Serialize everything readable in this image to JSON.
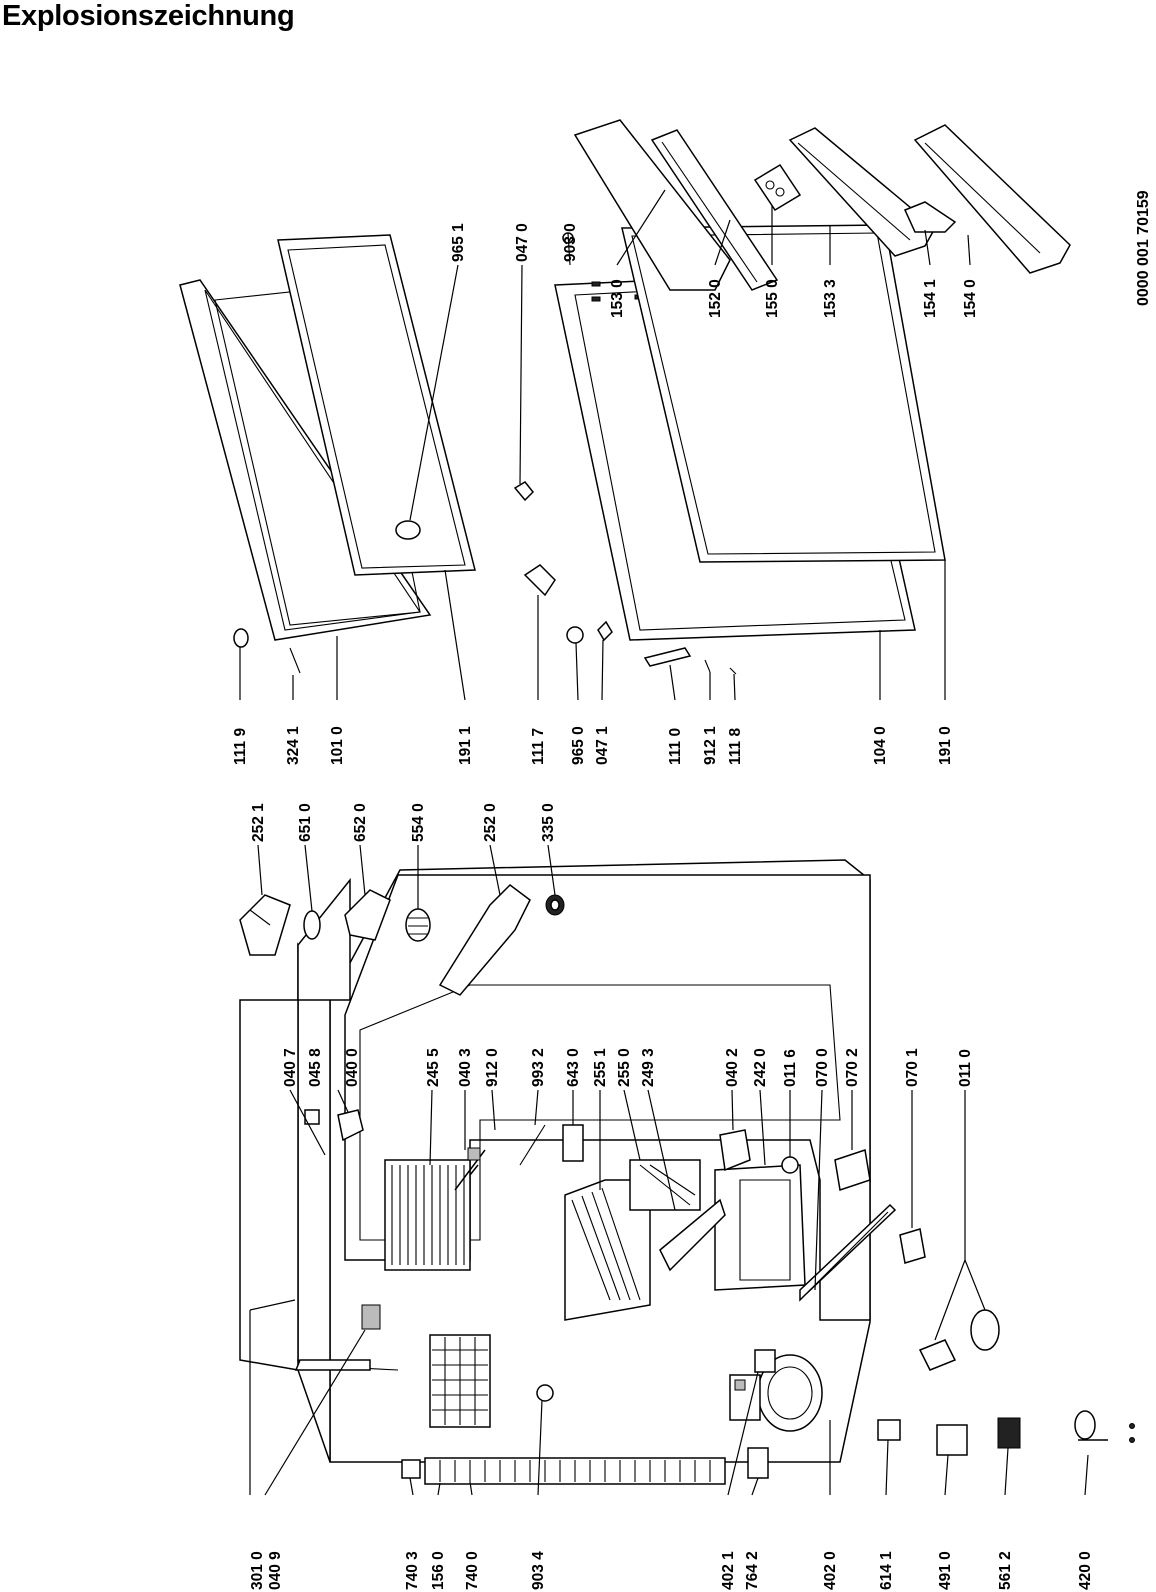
{
  "title": "Explosionszeichnung",
  "document_number": "0000 001 70159",
  "part_labels": {
    "p3010": "301 0",
    "p0409": "040 9",
    "p7403": "740 3",
    "p1560": "156 0",
    "p7400": "740 0",
    "p9034": "903 4",
    "p4021": "402 1",
    "p7642": "764 2",
    "p4020": "402 0",
    "p6141": "614 1",
    "p4910": "491 0",
    "p5612": "561 2",
    "p4200": "420 0",
    "p0407": "040 7",
    "p0458": "045 8",
    "p0400": "040 0",
    "p2455": "245 5",
    "p0403": "040 3",
    "p9120": "912 0",
    "p9932": "993 2",
    "p6430": "643 0",
    "p2551": "255 1",
    "p2550": "255 0",
    "p2493": "249 3",
    "p0402": "040 2",
    "p2420": "242 0",
    "p0116": "011 6",
    "p0700": "070 0",
    "p0702": "070 2",
    "p0701": "070 1",
    "p0110": "011 0",
    "p2521": "252 1",
    "p6510": "651 0",
    "p6520": "652 0",
    "p5540": "554 0",
    "p2520": "252 0",
    "p3350": "335 0",
    "p1119": "111 9",
    "p3241": "324 1",
    "p1010": "101 0",
    "p1911": "191 1",
    "p1117": "111 7",
    "p9650": "965 0",
    "p0471": "047 1",
    "p1110": "111 0",
    "p9121": "912 1",
    "p1118": "111 8",
    "p1040": "104 0",
    "p1910": "191 0",
    "p9651": "965 1",
    "p0470": "047 0",
    "p9030": "903 0",
    "p1530": "153 0",
    "p1520": "152 0",
    "p1550": "155 0",
    "p1533": "153 3",
    "p1541": "154 1",
    "p1540": "154 0"
  }
}
